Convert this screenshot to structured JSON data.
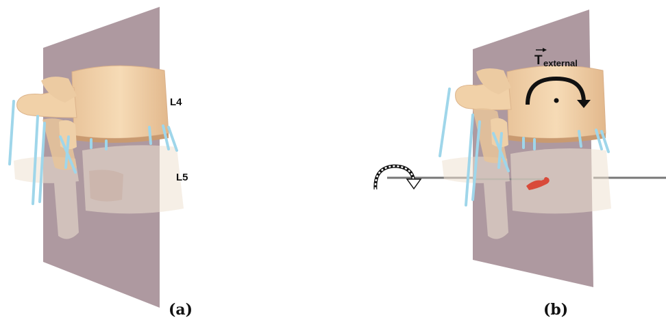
{
  "panels": [
    {
      "caption": "(a)",
      "vertebra_labels": [
        "L4",
        "L5"
      ]
    },
    {
      "caption": "(b)",
      "torque_symbol": "T",
      "torque_subscript": "external"
    }
  ],
  "colors": {
    "bone": "#f3d3a8",
    "bone_shadow": "#d8a97a",
    "plane": "#8c6e78",
    "ligament": "#9fd6ea",
    "ligament_dark": "#5aa8c8",
    "red_marker": "#d94a3a",
    "rod": "#777777",
    "arrow": "#111111"
  },
  "icons": [
    "curved-arrow-icon",
    "dashed-curved-arrow-icon"
  ]
}
